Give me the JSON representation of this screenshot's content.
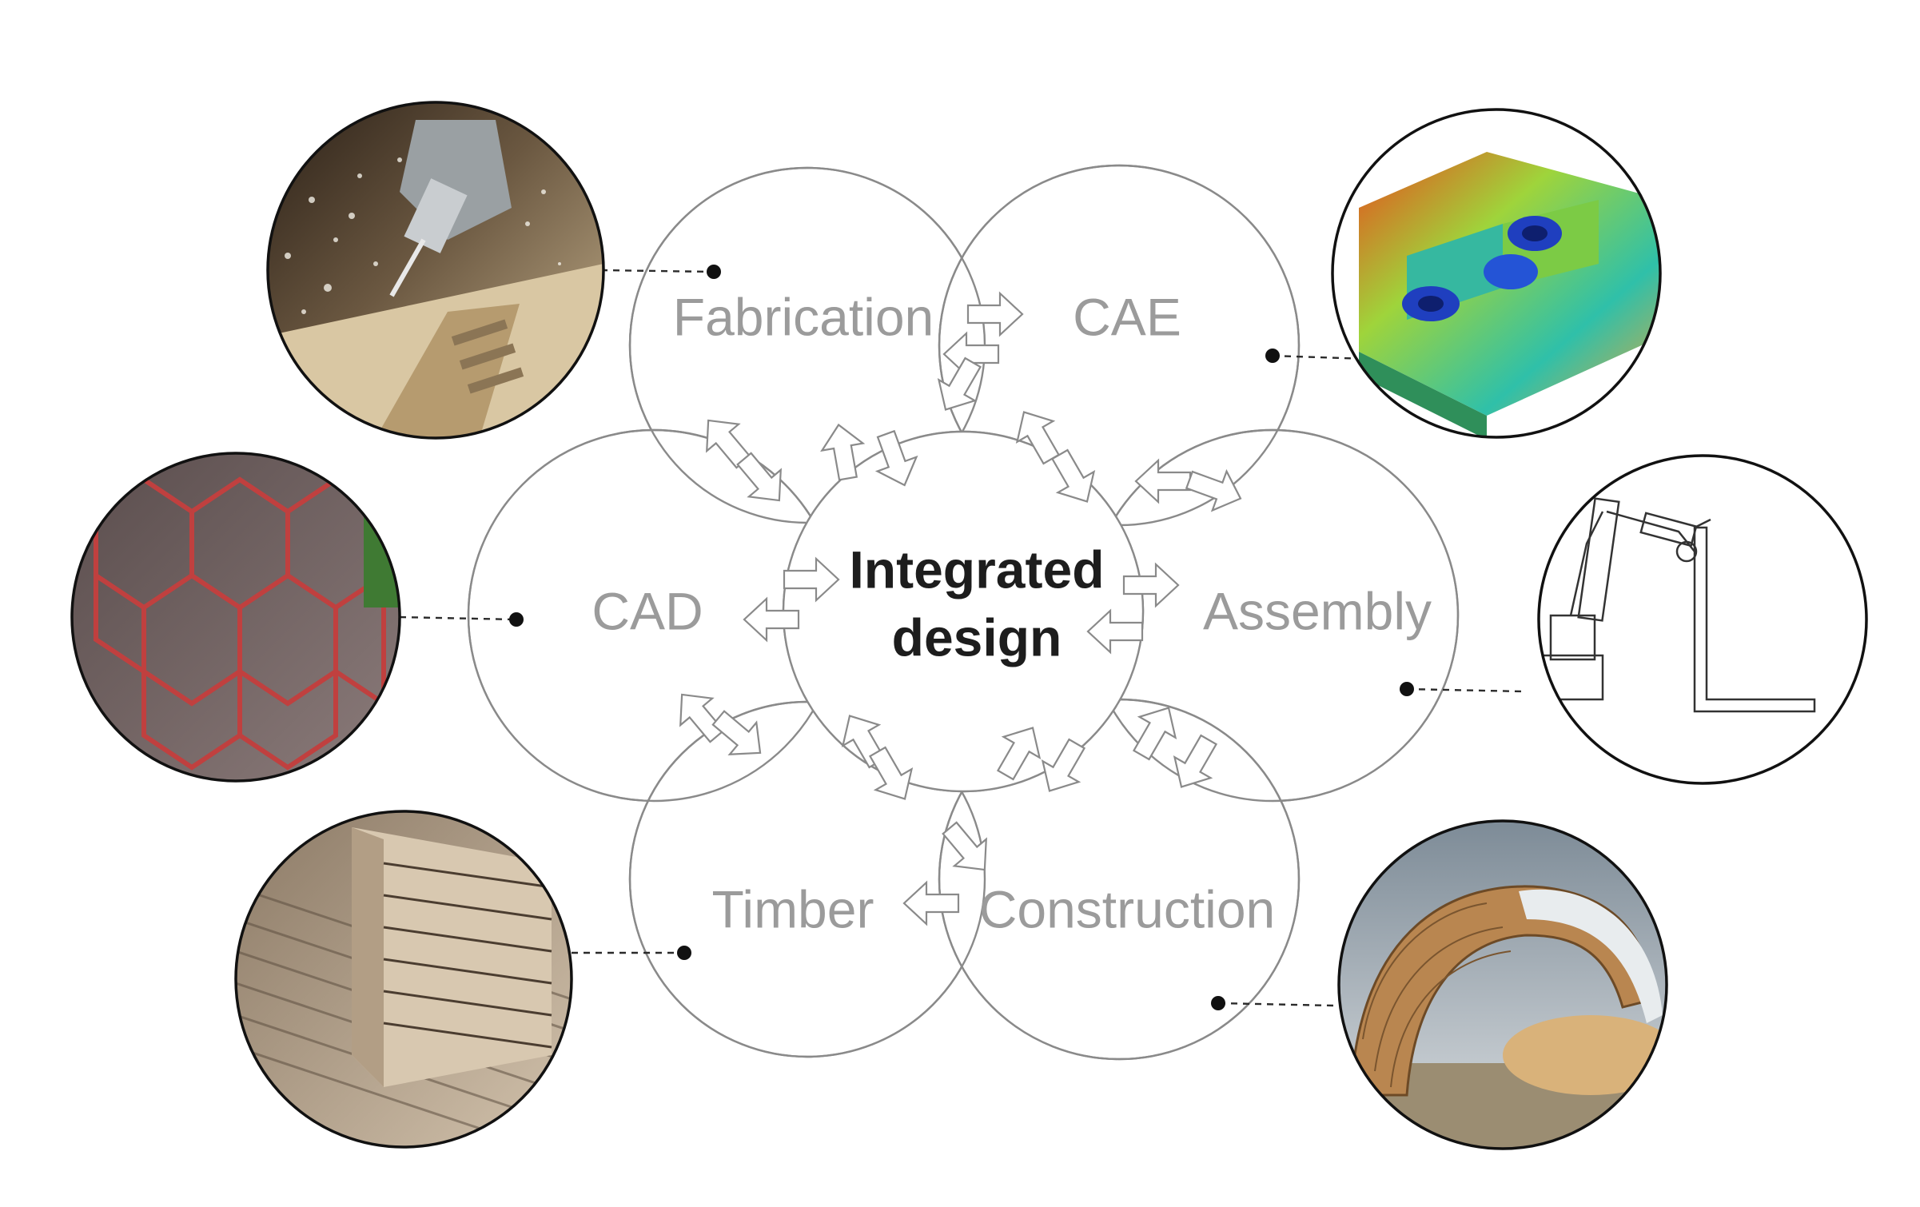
{
  "center": {
    "line1": "Integrated",
    "line2": "design"
  },
  "nodes": {
    "fabrication": "Fabrication",
    "cae": "CAE",
    "cad": "CAD",
    "assembly": "Assembly",
    "timber": "Timber",
    "construction": "Construction"
  },
  "colors": {
    "ring_stroke": "#8a8a8a",
    "node_label": "#9b9b9b",
    "center_label": "#1d1d1d",
    "leader": "#2a2a2a"
  },
  "photos": [
    {
      "name": "fabrication-photo",
      "depicts": "cnc-milling"
    },
    {
      "name": "cae-photo",
      "depicts": "fea-mesh"
    },
    {
      "name": "cad-photo",
      "depicts": "plate-model"
    },
    {
      "name": "assembly-photo",
      "depicts": "robot-arm"
    },
    {
      "name": "timber-photo",
      "depicts": "laminated-wood"
    },
    {
      "name": "construction-photo",
      "depicts": "timber-shell"
    }
  ]
}
